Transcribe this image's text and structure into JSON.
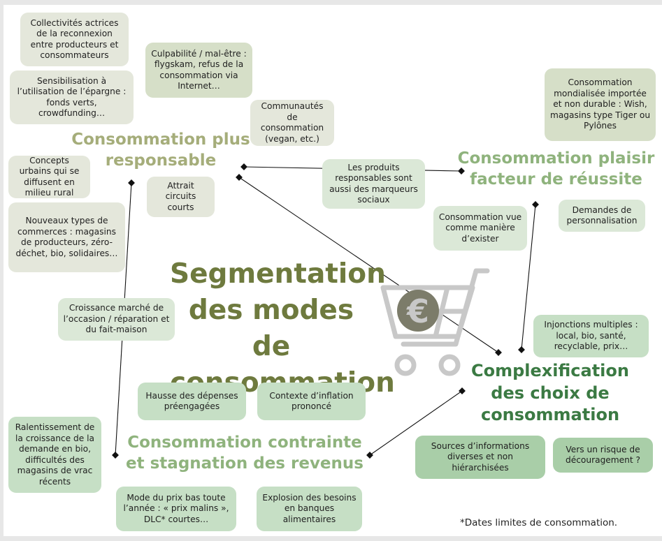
{
  "title": "Segmentation des modes de consommation",
  "headings": {
    "responsable": "Consommation plus responsable",
    "plaisir": "Consommation plaisir facteur de réussite",
    "complexification": "Complexification des choix de consommation",
    "contrainte": "Consommation contrainte et stagnation des revenus"
  },
  "boxes": {
    "collectivites": "Collectivités actrices de la reconnexion entre producteurs et consommateurs",
    "sensibilisation": "Sensibilisation à l’utilisation de l’épargne : fonds verts, crowdfunding…",
    "culpabilite": "Culpabilité / mal-être : flygskam, refus de la consommation via Internet…",
    "communautes": "Communautés de consommation (vegan, etc.)",
    "concepts": "Concepts urbains qui se diffusent en milieu rural",
    "attrait": "Attrait circuits courts",
    "nouveaux": "Nouveaux types de commerces : magasins de producteurs, zéro-déchet, bio, solidaires…",
    "croissance": "Croissance marché de l’occasion / réparation et du fait-maison",
    "mondialisee": "Consommation mondialisée importée et non durable : Wish, magasins type Tiger ou Pylônes",
    "marqueurs": "Les produits responsables sont aussi des marqueurs sociaux",
    "demandes": "Demandes de personnalisation",
    "exister": "Consommation vue comme manière d’exister",
    "injonctions": "Injonctions multiples : local, bio, santé, recyclable, prix…",
    "sources": "Sources d’informations diverses et non hiérarchisées",
    "decouragement": "Vers un risque de découragement ?",
    "hausse": "Hausse des dépenses préengagées",
    "inflation": "Contexte d’inflation prononcé",
    "ralentissement": "Ralentissement de la croissance de la demande en bio, difficultés des magasins de vrac récents",
    "prix_bas": "Mode du prix bas toute l’année : « prix malins », DLC* courtes…",
    "explosion": "Explosion des besoins en banques alimentaires"
  },
  "footnote": "*Dates limites de consommation.",
  "icon": "shopping-cart-euro-icon",
  "colors": {
    "heading_olive": "#a5ad7a",
    "heading_green": "#8fb37d",
    "heading_dark": "#3b7a43",
    "title": "#6e7a3e",
    "cart": "#c8c8c8"
  }
}
